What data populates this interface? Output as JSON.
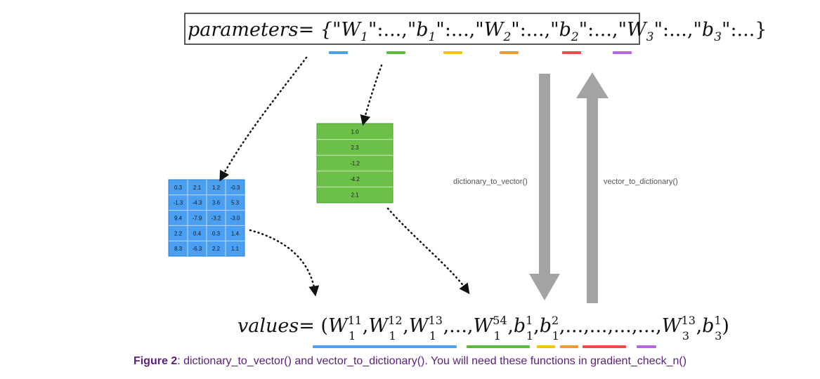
{
  "parameters": {
    "lhs": "parameters",
    "eq": "= {",
    "keys": [
      "W",
      "b",
      "W",
      "b",
      "W",
      "b"
    ],
    "subs": [
      "1",
      "1",
      "2",
      "2",
      "3",
      "3"
    ],
    "suffix": ":...",
    "close": "}",
    "highlight_colors": [
      "#4a9ff0",
      "#5cba3c",
      "#f5c400",
      "#f39a2b",
      "#f04b4b",
      "#b565e8"
    ]
  },
  "matrix_w1": {
    "color": "#4a9ff0",
    "rows": [
      [
        "0.3",
        "2.1",
        "1.2",
        "-0.3"
      ],
      [
        "-1.3",
        "-4.3",
        "3.6",
        "5.3"
      ],
      [
        "9.4",
        "-7.9",
        "-3.2",
        "-3.0"
      ],
      [
        "2.2",
        "0.4",
        "0.3",
        "1.4"
      ],
      [
        "8.3",
        "-6.3",
        "2.2",
        "1.1"
      ]
    ]
  },
  "vector_b1": {
    "color": "#6cc04a",
    "values": [
      "1.0",
      "2.3",
      "-1.2",
      "-4.2",
      "2.1"
    ]
  },
  "arrows": {
    "down_label": "dictionary_to_vector()",
    "up_label": "vector_to_dictionary()",
    "color": "#a3a3a3"
  },
  "values": {
    "lhs": "values",
    "eq": "= (",
    "terms": [
      {
        "base": "W",
        "sup": "11",
        "sub": "1"
      },
      {
        "base": "W",
        "sup": "12",
        "sub": "1"
      },
      {
        "base": "W",
        "sup": "13",
        "sub": "1"
      },
      {
        "text": ",...,"
      },
      {
        "base": "W",
        "sup": "54",
        "sub": "1"
      },
      {
        "base": "b",
        "sup": "1",
        "sub": "1"
      },
      {
        "base": "b",
        "sup": "2",
        "sub": "1"
      },
      {
        "text": ",...,...,...,...,"
      },
      {
        "base": "W",
        "sup": "13",
        "sub": "3"
      },
      {
        "base": "b",
        "sup": "1",
        "sub": "3"
      }
    ],
    "close": ")"
  },
  "caption": {
    "bold": "Figure 2",
    "rest": ": dictionary_to_vector() and vector_to_dictionary(). You will need these functions in gradient_check_n()"
  }
}
